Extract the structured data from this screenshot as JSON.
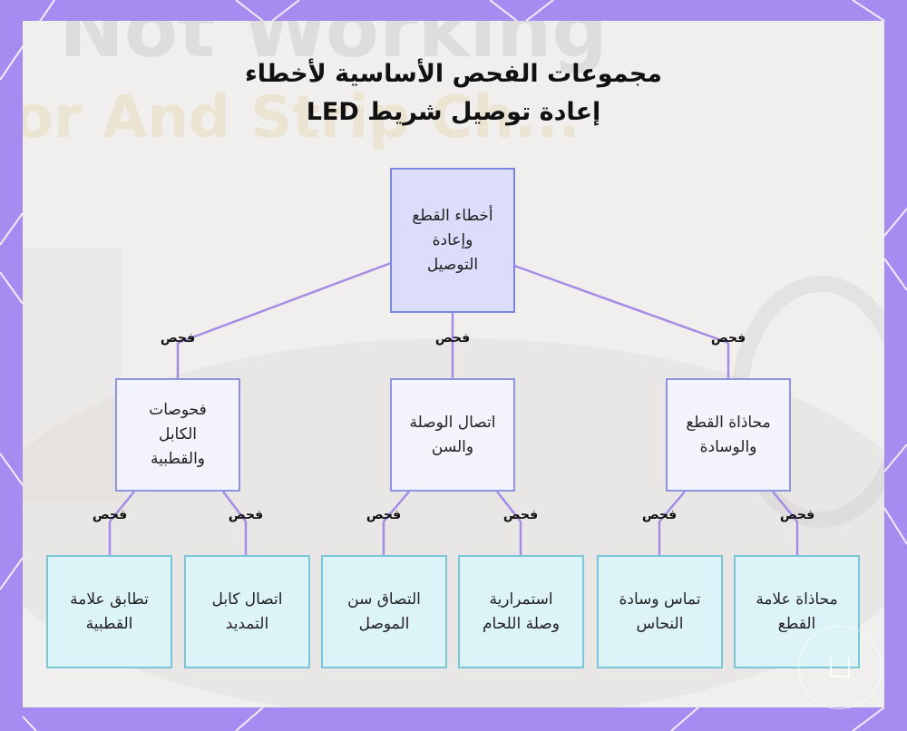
{
  "title": {
    "line1": "مجموعات الفحص الأساسية لأخطاء",
    "line2": "إعادة توصيل شريط LED"
  },
  "background_text": {
    "line1": "Not Working",
    "line2": "or And Strip Ch..."
  },
  "edge_label": "فحص",
  "nodes": {
    "root": "أخطاء القطع وإعادة التوصيل",
    "mid": [
      "فحوصات الكابل والقطبية",
      "اتصال الوصلة والسن",
      "محاذاة القطع والوسادة"
    ],
    "leaves": [
      "تطابق علامة القطبية",
      "اتصال كابل التمديد",
      "التصاق سن الموصل",
      "استمرارية وصلة اللحام",
      "تماس وسادة النحاس",
      "محاذاة علامة القطع"
    ]
  },
  "colors": {
    "frame": "#a68bf0",
    "edges": "#a48be6",
    "root_fill": "#dcdcfb",
    "mid_fill": "#f3f4fb",
    "leaf_fill": "#dcf3f8"
  },
  "icons": {
    "badge": "logo-badge-icon"
  }
}
